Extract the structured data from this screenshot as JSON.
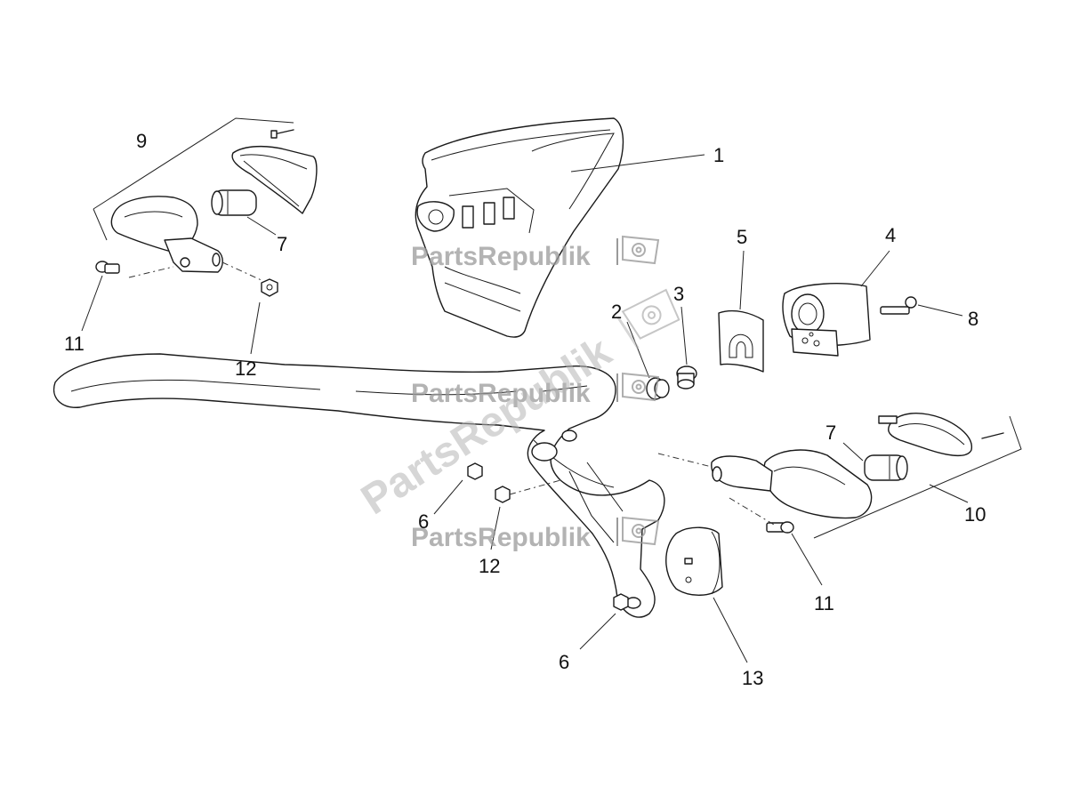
{
  "watermark": {
    "brand": "PartsRepublik",
    "logo_icon": "gear-flag-icon"
  },
  "callouts": {
    "c1": "1",
    "c2": "2",
    "c3": "3",
    "c4": "4",
    "c5": "5",
    "c6a": "6",
    "c6b": "6",
    "c7a": "7",
    "c7b": "7",
    "c8": "8",
    "c9": "9",
    "c10": "10",
    "c11a": "11",
    "c11b": "11",
    "c12a": "12",
    "c12b": "12",
    "c13": "13"
  }
}
